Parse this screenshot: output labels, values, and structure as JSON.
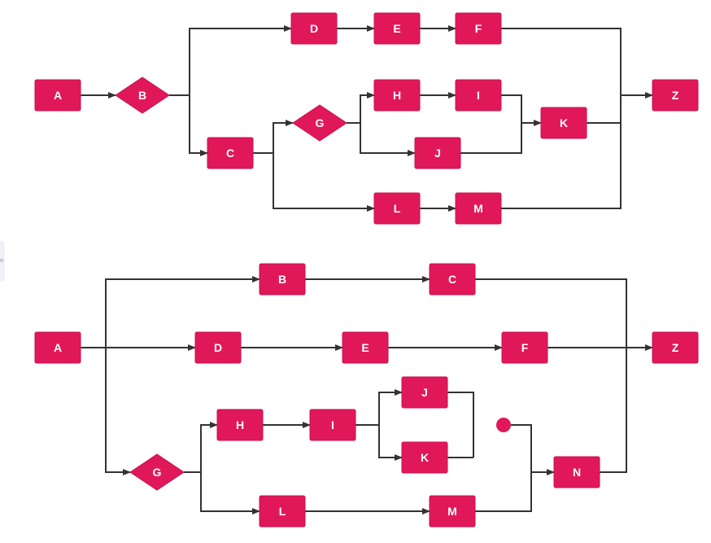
{
  "theme": {
    "node_color": "#e0185a",
    "edge_color": "#333333",
    "label_color": "#ffffff"
  },
  "side_tab": {
    "glyph": "«"
  },
  "diagrams": [
    {
      "id": "top-flow",
      "nodes": [
        {
          "id": "t-A",
          "label": "A",
          "shape": "rect"
        },
        {
          "id": "t-B",
          "label": "B",
          "shape": "diamond"
        },
        {
          "id": "t-C",
          "label": "C",
          "shape": "rect"
        },
        {
          "id": "t-D",
          "label": "D",
          "shape": "rect"
        },
        {
          "id": "t-E",
          "label": "E",
          "shape": "rect"
        },
        {
          "id": "t-F",
          "label": "F",
          "shape": "rect"
        },
        {
          "id": "t-G",
          "label": "G",
          "shape": "diamond"
        },
        {
          "id": "t-H",
          "label": "H",
          "shape": "rect"
        },
        {
          "id": "t-I",
          "label": "I",
          "shape": "rect"
        },
        {
          "id": "t-J",
          "label": "J",
          "shape": "rect"
        },
        {
          "id": "t-K",
          "label": "K",
          "shape": "rect"
        },
        {
          "id": "t-L",
          "label": "L",
          "shape": "rect"
        },
        {
          "id": "t-M",
          "label": "M",
          "shape": "rect"
        },
        {
          "id": "t-Z",
          "label": "Z",
          "shape": "rect"
        }
      ],
      "edges": [
        {
          "from": "t-A",
          "to": "t-B"
        },
        {
          "from": "t-B",
          "to": "t-D"
        },
        {
          "from": "t-B",
          "to": "t-C"
        },
        {
          "from": "t-D",
          "to": "t-E"
        },
        {
          "from": "t-E",
          "to": "t-F"
        },
        {
          "from": "t-F",
          "to": "t-Z"
        },
        {
          "from": "t-C",
          "to": "t-G"
        },
        {
          "from": "t-C",
          "to": "t-L"
        },
        {
          "from": "t-G",
          "to": "t-H"
        },
        {
          "from": "t-G",
          "to": "t-J"
        },
        {
          "from": "t-H",
          "to": "t-I"
        },
        {
          "from": "t-I",
          "to": "t-K"
        },
        {
          "from": "t-J",
          "to": "t-K"
        },
        {
          "from": "t-K",
          "to": "t-Z"
        },
        {
          "from": "t-L",
          "to": "t-M"
        },
        {
          "from": "t-M",
          "to": "t-Z"
        }
      ]
    },
    {
      "id": "bottom-flow",
      "nodes": [
        {
          "id": "b-A",
          "label": "A",
          "shape": "rect"
        },
        {
          "id": "b-B",
          "label": "B",
          "shape": "rect"
        },
        {
          "id": "b-C",
          "label": "C",
          "shape": "rect"
        },
        {
          "id": "b-D",
          "label": "D",
          "shape": "rect"
        },
        {
          "id": "b-E",
          "label": "E",
          "shape": "rect"
        },
        {
          "id": "b-F",
          "label": "F",
          "shape": "rect"
        },
        {
          "id": "b-G",
          "label": "G",
          "shape": "diamond"
        },
        {
          "id": "b-H",
          "label": "H",
          "shape": "rect"
        },
        {
          "id": "b-I",
          "label": "I",
          "shape": "rect"
        },
        {
          "id": "b-J",
          "label": "J",
          "shape": "rect"
        },
        {
          "id": "b-K",
          "label": "K",
          "shape": "rect"
        },
        {
          "id": "b-junction",
          "label": "",
          "shape": "dot"
        },
        {
          "id": "b-L",
          "label": "L",
          "shape": "rect"
        },
        {
          "id": "b-M",
          "label": "M",
          "shape": "rect"
        },
        {
          "id": "b-N",
          "label": "N",
          "shape": "rect"
        },
        {
          "id": "b-Z",
          "label": "Z",
          "shape": "rect"
        }
      ],
      "edges": [
        {
          "from": "b-A",
          "to": "b-B"
        },
        {
          "from": "b-A",
          "to": "b-D"
        },
        {
          "from": "b-A",
          "to": "b-G"
        },
        {
          "from": "b-B",
          "to": "b-C"
        },
        {
          "from": "b-C",
          "to": "b-Z"
        },
        {
          "from": "b-D",
          "to": "b-E"
        },
        {
          "from": "b-E",
          "to": "b-F"
        },
        {
          "from": "b-F",
          "to": "b-Z"
        },
        {
          "from": "b-G",
          "to": "b-H"
        },
        {
          "from": "b-G",
          "to": "b-L"
        },
        {
          "from": "b-H",
          "to": "b-I"
        },
        {
          "from": "b-I",
          "to": "b-J"
        },
        {
          "from": "b-I",
          "to": "b-K"
        },
        {
          "from": "b-J",
          "to": "b-junction"
        },
        {
          "from": "b-K",
          "to": "b-junction"
        },
        {
          "from": "b-junction",
          "to": "b-N"
        },
        {
          "from": "b-L",
          "to": "b-M"
        },
        {
          "from": "b-M",
          "to": "b-N"
        },
        {
          "from": "b-N",
          "to": "b-Z"
        }
      ]
    }
  ]
}
